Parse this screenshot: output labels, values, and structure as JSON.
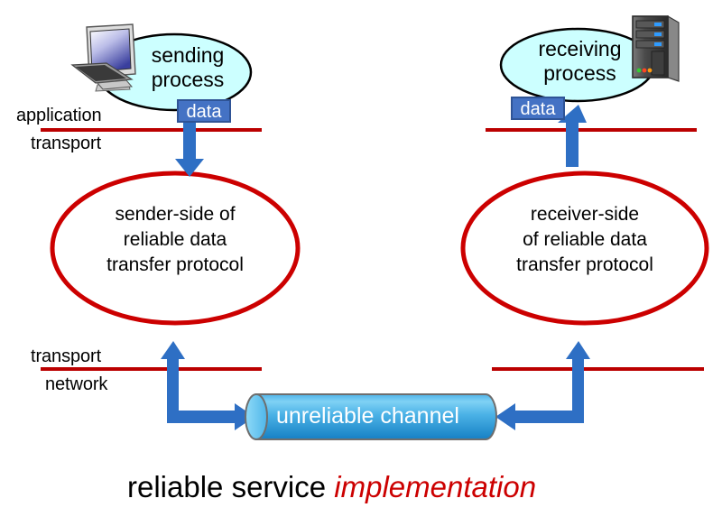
{
  "diagram": {
    "title_caption": {
      "black_part": "reliable service ",
      "red_part": "implementation"
    },
    "layers": {
      "top_upper": "application",
      "top_lower": "transport",
      "bottom_upper": "transport",
      "bottom_lower": "network"
    },
    "processes": {
      "sender": {
        "line1": "sending",
        "line2": "process",
        "icon": "desktop-computer-icon"
      },
      "receiver": {
        "line1": "receiving",
        "line2": "process",
        "icon": "server-tower-icon"
      }
    },
    "data_units": {
      "sender_data": "data",
      "receiver_data": "data"
    },
    "protocol_ellipses": {
      "sender_side": {
        "line1": "sender-side of",
        "line2": "reliable data",
        "line3": "transfer protocol"
      },
      "receiver_side": {
        "line1": "receiver-side",
        "line2": "of reliable data",
        "line3": "transfer protocol"
      }
    },
    "channel": {
      "label": "unreliable channel"
    },
    "arrows": {
      "sender_down": "arrow-down-data-to-sender-rdt",
      "receiver_up": "arrow-up-data-to-receiving-process",
      "sender_to_channel": "elbow-arrow-sender-rdt-to-channel",
      "channel_to_receiver": "elbow-arrow-channel-to-receiver-rdt"
    },
    "colors": {
      "layer_line": "#BB0000",
      "ellipse_stroke": "#CC0000",
      "process_fill": "#CCFFFF",
      "arrow_blue": "#2E6FC4",
      "data_box_fill": "#4472C4",
      "channel_light": "#6EC6F0",
      "channel_dark": "#1E87C9",
      "caption_red": "#CC0000"
    }
  }
}
